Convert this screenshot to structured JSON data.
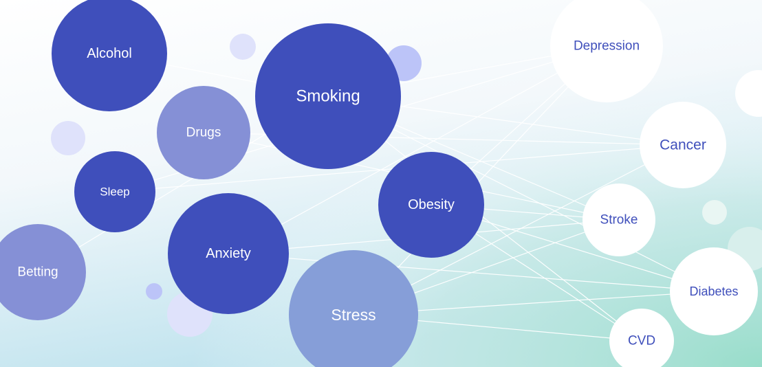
{
  "colors": {
    "risk_dark": "#3f4fbb",
    "risk_mid": "#8590d6",
    "risk_light": "#869ed8",
    "outcome_fill": "#ffffff",
    "outcome_text": "#3f4fbb",
    "risk_text": "#ffffff",
    "decor": "#dfe2fb",
    "decor_strong": "#bcc4f8",
    "edge": "#ffffff",
    "bg_top": "#ffffff",
    "bg_bottom_left": "#c6e6f0",
    "bg_bottom_right": "#9fdfcf"
  },
  "risk_factors": [
    {
      "id": "alcohol",
      "label": "Alcohol",
      "tone": "risk_dark"
    },
    {
      "id": "smoking",
      "label": "Smoking",
      "tone": "risk_dark"
    },
    {
      "id": "drugs",
      "label": "Drugs",
      "tone": "risk_mid"
    },
    {
      "id": "sleep",
      "label": "Sleep",
      "tone": "risk_dark"
    },
    {
      "id": "obesity",
      "label": "Obesity",
      "tone": "risk_dark"
    },
    {
      "id": "anxiety",
      "label": "Anxiety",
      "tone": "risk_dark"
    },
    {
      "id": "betting",
      "label": "Betting",
      "tone": "risk_mid"
    },
    {
      "id": "stress",
      "label": "Stress",
      "tone": "risk_light"
    }
  ],
  "outcomes": [
    {
      "id": "depression",
      "label": "Depression"
    },
    {
      "id": "cancer",
      "label": "Cancer"
    },
    {
      "id": "stroke",
      "label": "Stroke"
    },
    {
      "id": "diabetes",
      "label": "Diabetes"
    },
    {
      "id": "cvd",
      "label": "CVD"
    }
  ],
  "links": [
    [
      "smoking",
      "depression"
    ],
    [
      "smoking",
      "cancer"
    ],
    [
      "smoking",
      "stroke"
    ],
    [
      "smoking",
      "diabetes"
    ],
    [
      "smoking",
      "cvd"
    ],
    [
      "obesity",
      "depression"
    ],
    [
      "obesity",
      "stroke"
    ],
    [
      "obesity",
      "diabetes"
    ],
    [
      "obesity",
      "cvd"
    ],
    [
      "stress",
      "depression"
    ],
    [
      "stress",
      "cancer"
    ],
    [
      "stress",
      "stroke"
    ],
    [
      "stress",
      "diabetes"
    ],
    [
      "stress",
      "cvd"
    ],
    [
      "anxiety",
      "depression"
    ],
    [
      "anxiety",
      "stroke"
    ],
    [
      "anxiety",
      "diabetes"
    ],
    [
      "sleep",
      "cancer"
    ],
    [
      "sleep",
      "depression"
    ],
    [
      "drugs",
      "stroke"
    ],
    [
      "drugs",
      "cancer"
    ],
    [
      "betting",
      "smoking"
    ],
    [
      "alcohol",
      "smoking"
    ]
  ]
}
